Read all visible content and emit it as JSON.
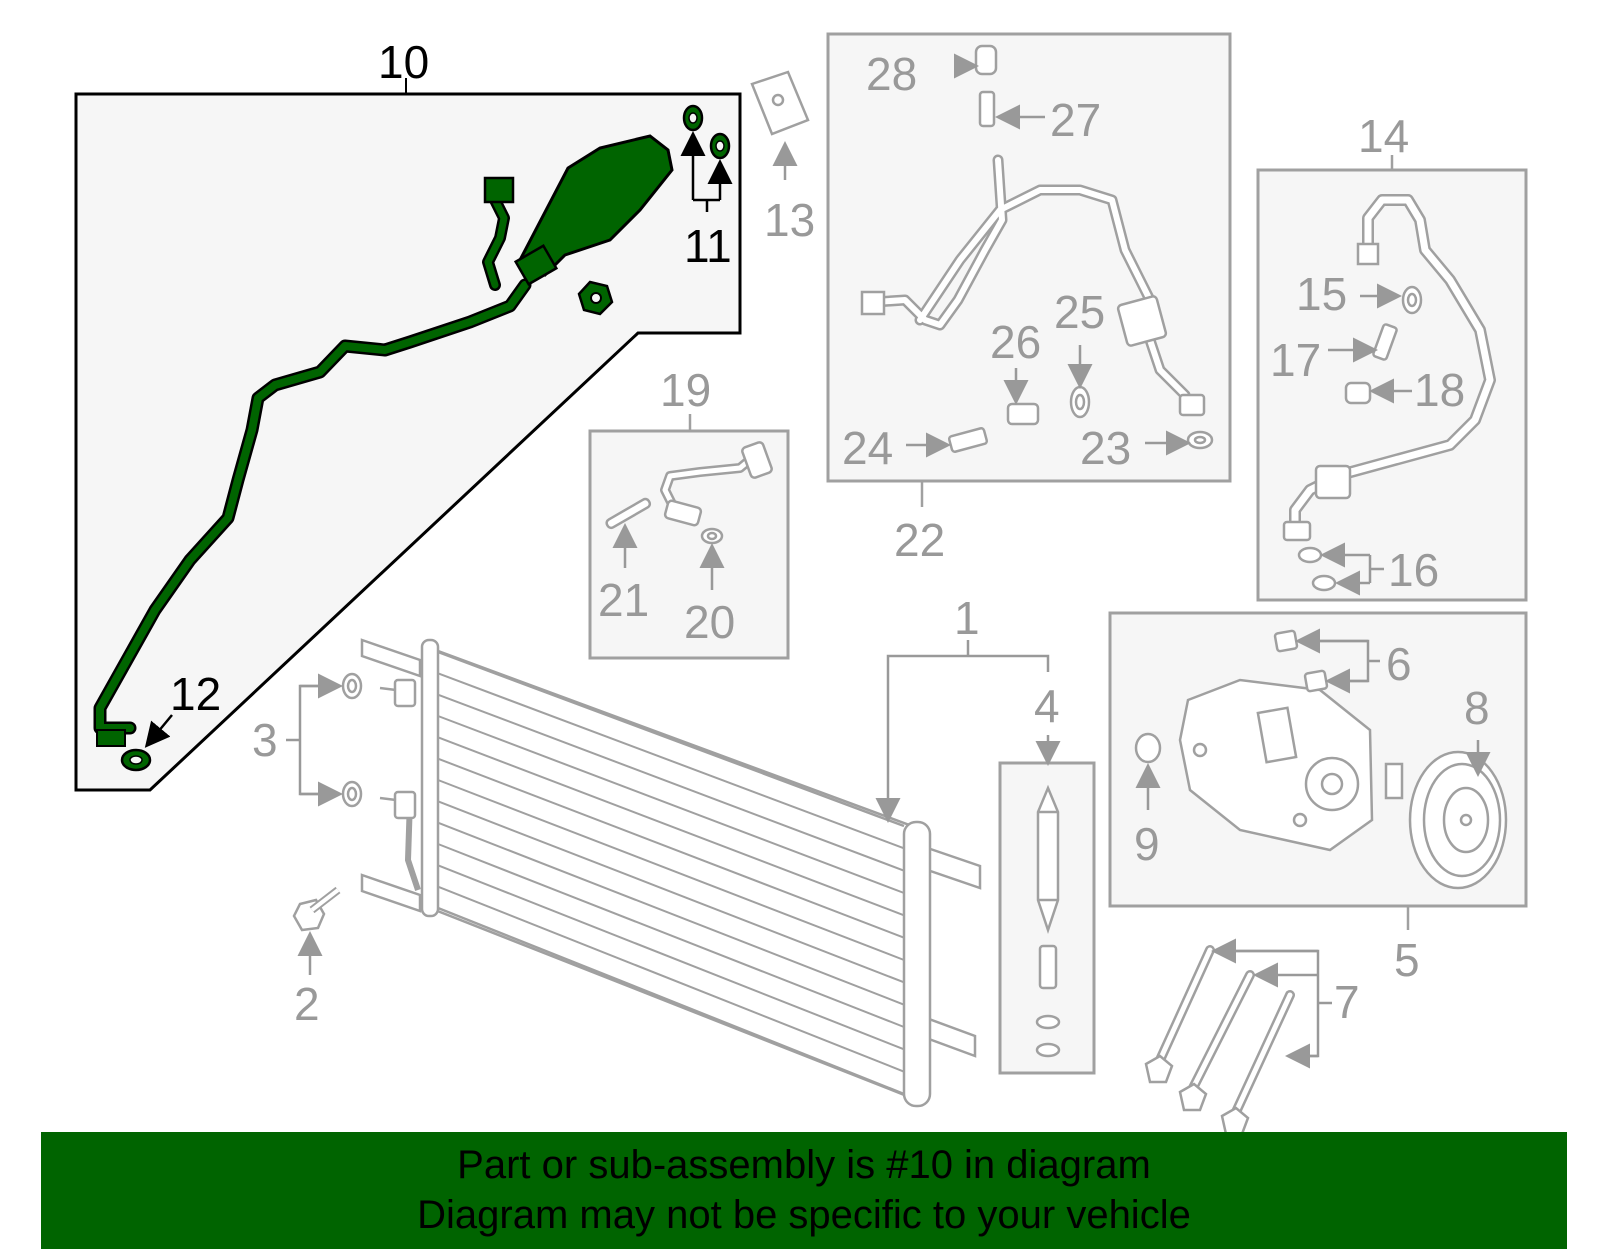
{
  "colors": {
    "highlight": "#006400",
    "part_line": "#a0a0a0",
    "box_fill": "#f6f6f6",
    "banner_bg": "#006400"
  },
  "callouts": {
    "c1": "1",
    "c2": "2",
    "c3": "3",
    "c4": "4",
    "c5": "5",
    "c6": "6",
    "c7": "7",
    "c8": "8",
    "c9": "9",
    "c10": "10",
    "c11": "11",
    "c12": "12",
    "c13": "13",
    "c14": "14",
    "c15": "15",
    "c16": "16",
    "c17": "17",
    "c18": "18",
    "c19": "19",
    "c20": "20",
    "c21": "21",
    "c22": "22",
    "c23": "23",
    "c24": "24",
    "c25": "25",
    "c26": "26",
    "c27": "27",
    "c28": "28"
  },
  "banner": {
    "line1": "Part or sub-assembly is #10 in diagram",
    "line2": "Diagram may not be specific to your vehicle"
  }
}
